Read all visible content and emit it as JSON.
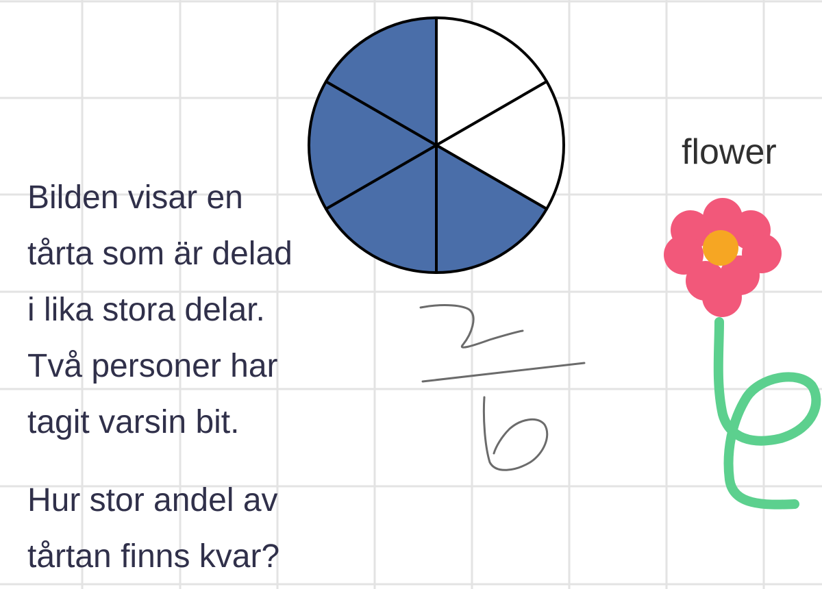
{
  "problem": {
    "lines": [
      "Bilden visar en",
      "tårta som är delad",
      "i lika stora delar.",
      "Två personer har",
      "tagit varsin bit."
    ]
  },
  "question": {
    "lines": [
      "Hur stor andel av",
      "tårtan finns kvar?"
    ]
  },
  "pie": {
    "total_slices": 6,
    "shaded_slices": 4,
    "shaded_fraction": 0.6667,
    "shaded_color": "#4a6ea9",
    "unshaded_color": "#ffffff",
    "outline_color": "#000000"
  },
  "handwritten_answer": {
    "numerator": "2",
    "denominator": "6",
    "ink_color": "#6b6b6b"
  },
  "flower": {
    "label": "flower",
    "petal_color": "#f2587a",
    "center_color": "#f6a623",
    "stem_color": "#5cd08e"
  },
  "colors": {
    "grid": "#e3e3e3",
    "text": "#30304a"
  }
}
